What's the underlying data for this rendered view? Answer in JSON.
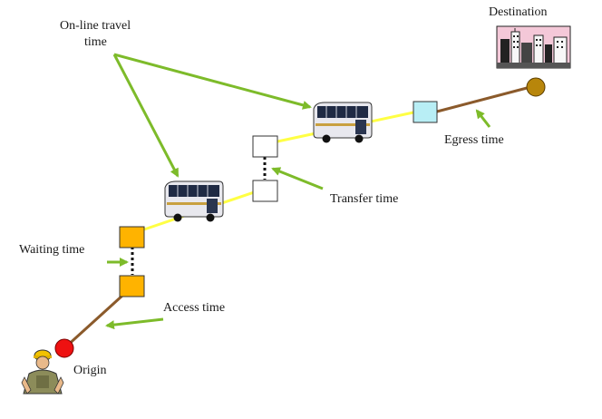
{
  "labels": {
    "destination": "Destination",
    "online_travel_line1": "On-line travel",
    "online_travel_line2": "time",
    "egress": "Egress time",
    "transfer": "Transfer time",
    "waiting": "Waiting time",
    "access": "Access time",
    "origin": "Origin"
  },
  "colors": {
    "access_egress_link": "#8B5A2B",
    "transit_link": "#FFFF44",
    "pointer_arrow": "#7DBB2A",
    "origin_node": "#EE1111",
    "destination_node": "#B8860B",
    "boarding_stop": "#FFB300",
    "transfer_stop": "#FFFFFF",
    "alighting_stop": "#B8EEF5",
    "bus_body": "#E8E8EE",
    "bus_windows": "#1F2A44"
  },
  "icons": {
    "bus": "bus-icon",
    "traveler": "traveler-icon",
    "city": "city-skyline-icon"
  }
}
